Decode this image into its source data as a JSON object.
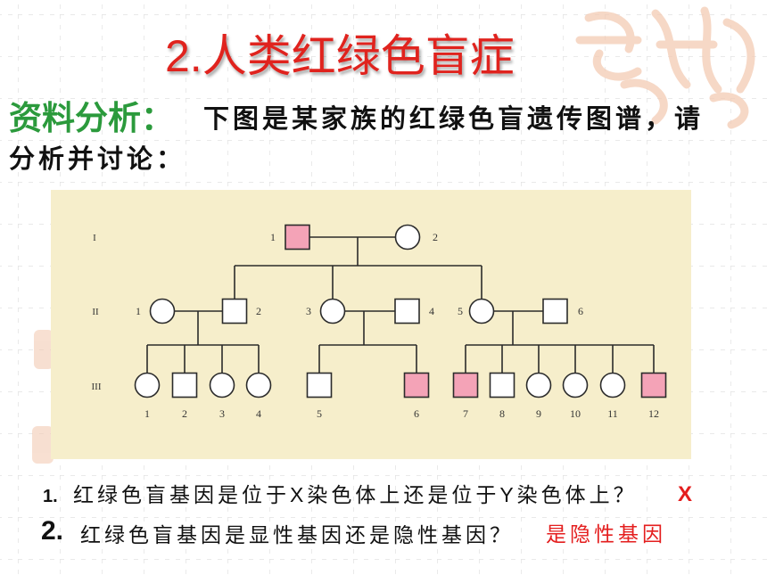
{
  "slide": {
    "title": "2.人类红绿色盲症",
    "intro": {
      "label": "资料分析：",
      "line1": "下图是某家族的红绿色盲遗传图谱，请",
      "line2": "分析并讨论："
    },
    "questions": [
      {
        "number": "1.",
        "text": "红绿色盲基因是位于X染色体上还是位于Y染色体上？",
        "answer": "X"
      },
      {
        "number": "2.",
        "text": "红绿色盲基因是显性基因还是隐性基因？",
        "answer": "是隐性基因"
      }
    ]
  },
  "pedigree": {
    "generations": [
      {
        "label": "I",
        "individuals": [
          {
            "label": "1",
            "symbol": "square",
            "affected": true
          },
          {
            "label": "2",
            "symbol": "circle",
            "affected": false
          }
        ]
      },
      {
        "label": "II",
        "individuals": [
          {
            "label": "1",
            "symbol": "circle",
            "affected": false
          },
          {
            "label": "2",
            "symbol": "square",
            "affected": false
          },
          {
            "label": "3",
            "symbol": "circle",
            "affected": false
          },
          {
            "label": "4",
            "symbol": "square",
            "affected": false
          },
          {
            "label": "5",
            "symbol": "circle",
            "affected": false
          },
          {
            "label": "6",
            "symbol": "square",
            "affected": false
          }
        ]
      },
      {
        "label": "III",
        "individuals": [
          {
            "label": "1",
            "symbol": "circle",
            "affected": false
          },
          {
            "label": "2",
            "symbol": "square",
            "affected": false
          },
          {
            "label": "3",
            "symbol": "circle",
            "affected": false
          },
          {
            "label": "4",
            "symbol": "circle",
            "affected": false
          },
          {
            "label": "5",
            "symbol": "square",
            "affected": false
          },
          {
            "label": "6",
            "symbol": "square",
            "affected": true
          },
          {
            "label": "7",
            "symbol": "square",
            "affected": true
          },
          {
            "label": "8",
            "symbol": "square",
            "affected": false
          },
          {
            "label": "9",
            "symbol": "circle",
            "affected": false
          },
          {
            "label": "10",
            "symbol": "circle",
            "affected": false
          },
          {
            "label": "11",
            "symbol": "circle",
            "affected": false
          },
          {
            "label": "12",
            "symbol": "square",
            "affected": true
          }
        ]
      }
    ]
  },
  "colors": {
    "title": "#e0231e",
    "intro_label": "#2b9a3c",
    "answer": "#e41e1e",
    "affected_fill": "#f4a3b7",
    "unaffected_fill": "#ffffff",
    "pedigree_bg": "#f6eecb",
    "line": "#2b2b2b",
    "grid": "#e2e2e2",
    "decoration": "#f3cbb4"
  }
}
